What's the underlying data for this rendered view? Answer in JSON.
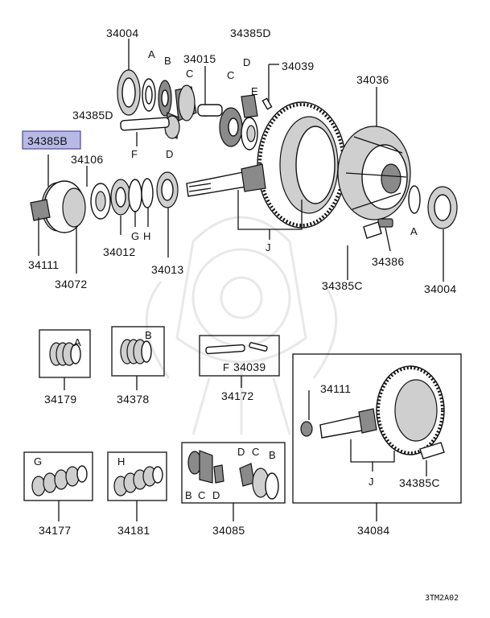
{
  "labels": {
    "top_34004": "34004",
    "top_34385D": "34385D",
    "top_34015": "34015",
    "top_34039": "34039",
    "left_34385D": "34385D",
    "top_34036": "34036",
    "sel_34385B": "34385B",
    "l_34106": "34106",
    "l_34111": "34111",
    "l_34072": "34072",
    "l_34012": "34012",
    "l_34013": "34013",
    "r_34386": "34386",
    "r_34385C": "34385C",
    "r_34004": "34004",
    "k_34179": "34179",
    "k_34378": "34378",
    "k_34039": "34039",
    "k_34172": "34172",
    "k_34111": "34111",
    "k_34177": "34177",
    "k_34181": "34181",
    "k_34085": "34085",
    "k_34385C": "34385C",
    "k_34084": "34084"
  },
  "letters": {
    "A": "A",
    "B": "B",
    "C": "C",
    "D": "D",
    "E": "E",
    "F": "F",
    "G": "G",
    "H": "H",
    "J": "J"
  },
  "diagram_code": "3TM2A02",
  "colors": {
    "highlight_fill": "#b9b9e6",
    "highlight_border": "#4a4aa0",
    "ink": "#111111"
  }
}
